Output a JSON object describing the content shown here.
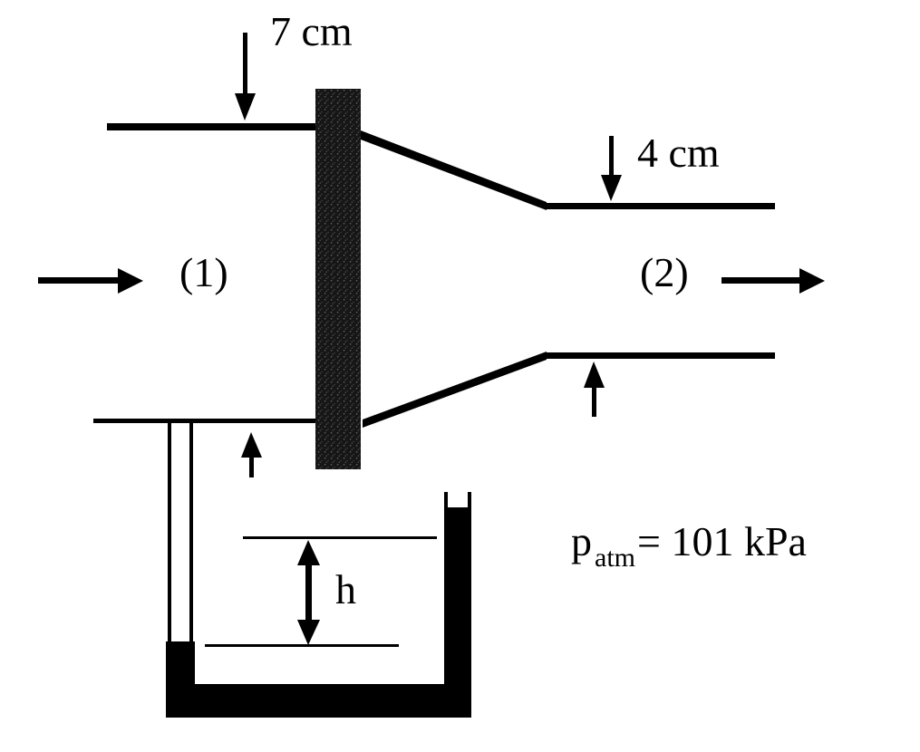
{
  "diagram": {
    "labels": {
      "inlet_diameter": "7 cm",
      "outlet_diameter": "4 cm",
      "section_1": "(1)",
      "section_2": "(2)",
      "manometer_height": "h",
      "pressure_symbol": "p",
      "pressure_subscript": "atm",
      "pressure_value": "= 101 kPa"
    },
    "colors": {
      "ink": "#000000",
      "plate_dark": "#161616",
      "background": "#ffffff"
    }
  }
}
